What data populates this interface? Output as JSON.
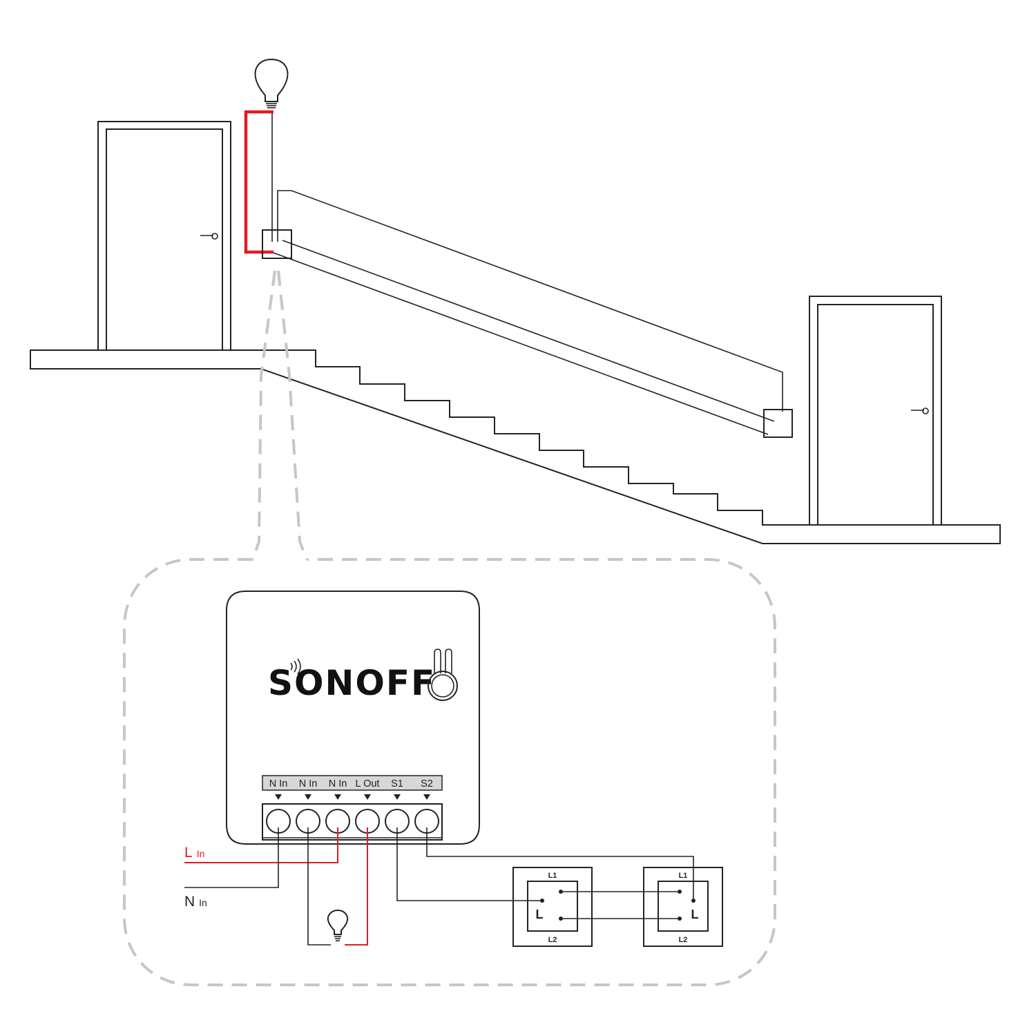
{
  "colors": {
    "line_live": "#e01b24",
    "line_default": "#222222",
    "callout_dash": "#c6c6c6",
    "terminal_strip": "#d7d7d7"
  },
  "device": {
    "brand": "SONOFF",
    "terminal_labels": [
      "N In",
      "N In",
      "N In",
      "L Out",
      "S1",
      "S2"
    ]
  },
  "wires": {
    "live_main": "L",
    "live_sub": "In",
    "neutral_main": "N",
    "neutral_sub": "In"
  },
  "switches": [
    {
      "top": "L1",
      "bottom": "L2",
      "common": "L"
    },
    {
      "top": "L1",
      "bottom": "L2",
      "common": "L"
    }
  ],
  "icons": {
    "lamp": "light-bulb-icon",
    "wifi": "wifi-signal-icon",
    "button": "pairing-button-icon",
    "door": "door-icon"
  }
}
